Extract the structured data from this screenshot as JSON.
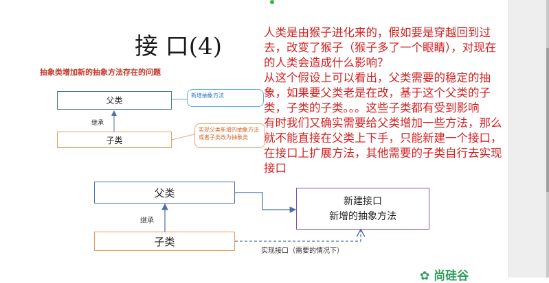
{
  "slide": {
    "title": "接 口(4)",
    "subtitle": "抽象类增加新的抽象方法存在的问题"
  },
  "diagram_small": {
    "parent_label": "父类",
    "child_label": "子类",
    "inherit_label": "继承",
    "callout_new_method": "新增抽象方法",
    "callout_implement": "实现父类新增的抽象方法或者子类改为抽象类"
  },
  "diagram_large": {
    "parent_label": "父类",
    "child_label": "子类",
    "inherit_label": "继承",
    "interface_line1": "新建接口",
    "interface_line2": "新增的抽象方法",
    "implement_label": "实现接口（需要的情况下）"
  },
  "notes": {
    "lines": [
      "人类是由猴子进化来的，假如要是穿越回到过",
      "去，改变了猴子（猴子多了一个眼睛），对现在",
      "的人类会造成什么影响？",
      "从这个假设上可以看出，父类需要的稳定的抽",
      "象，如果要父类老是在改，基于这个父类的子",
      "类，子类的子类。。。这些子类都有受到影响",
      "有时我们又确实需要给父类增加一些方法，那么",
      "就不能直接在父类上下手，只能新建一个接口，",
      "在接口上扩展方法，其他需要的子类自行去实现",
      "接口"
    ]
  },
  "brand": {
    "logo_text": "尚硅谷"
  },
  "colors": {
    "title": "#1a1a1a",
    "subtitle": "#c0392b",
    "notes": "#d42020",
    "box_blue": "#4a6fa5",
    "box_orange": "#e59a5a",
    "interface_purple": "#7b4fb6",
    "arrow": "#4a6fa5",
    "logo": "#2e9e5a"
  }
}
